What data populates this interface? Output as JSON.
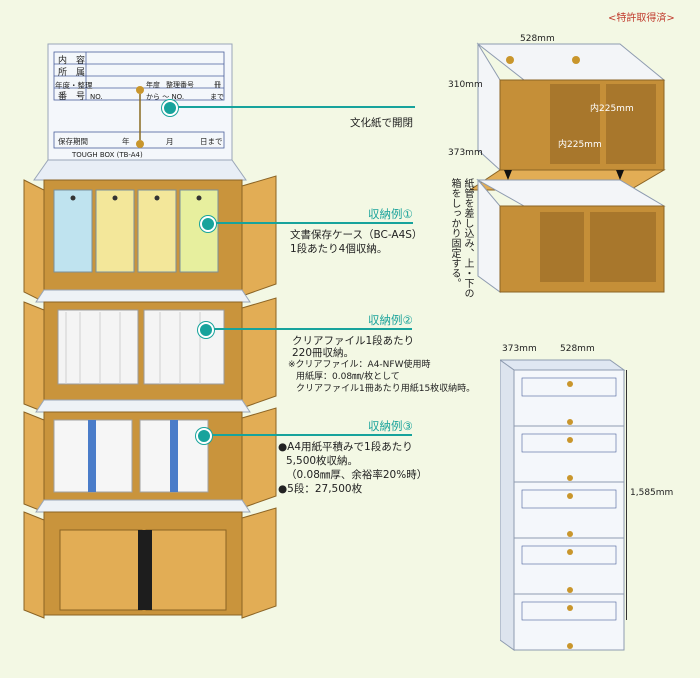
{
  "patent_label": "<特許取得済>",
  "stack_box": {
    "form_labels": [
      "内　容",
      "所　属",
      "年度・整理",
      "番　号"
    ],
    "form_fields": [
      "年度",
      "整理番号",
      "冊",
      "NO.",
      "から ～ NO.",
      "まで"
    ],
    "storage_period": "保存期間",
    "storage_units": [
      "年",
      "月",
      "日まで"
    ],
    "brand": "TOUGH BOX (TB-A4)"
  },
  "callouts": {
    "lid": {
      "text": "文化紙で開閉"
    },
    "ex1": {
      "title": "収納例①",
      "lines": [
        "文書保存ケース（BC-A4S）",
        "1段あたり4個収納。"
      ]
    },
    "ex2": {
      "title": "収納例②",
      "lines": [
        "クリアファイル1段あたり",
        "220冊収納。"
      ],
      "note": [
        "※クリアファイル：A4-NFW使用時",
        "用紙厚：0.08㎜/枚として",
        "クリアファイル1冊あたり用紙15枚収納時。"
      ]
    },
    "ex3": {
      "title": "収納例③",
      "lines": [
        "●A4用紙平積みで1段あたり",
        "5,500枚収納。",
        "（0.08㎜厚、余裕率20%時）",
        "●5段：27,500枚"
      ]
    }
  },
  "diagram_top": {
    "width": "528mm",
    "height": "310mm",
    "depth": "373mm",
    "inner_w": "内225mm",
    "inner_d": "内225mm",
    "instruction": "紙管を差し込み、上・下の箱をしっかり固定する。"
  },
  "diagram_stack": {
    "depth": "373mm",
    "width": "528mm",
    "height": "1,585mm"
  }
}
